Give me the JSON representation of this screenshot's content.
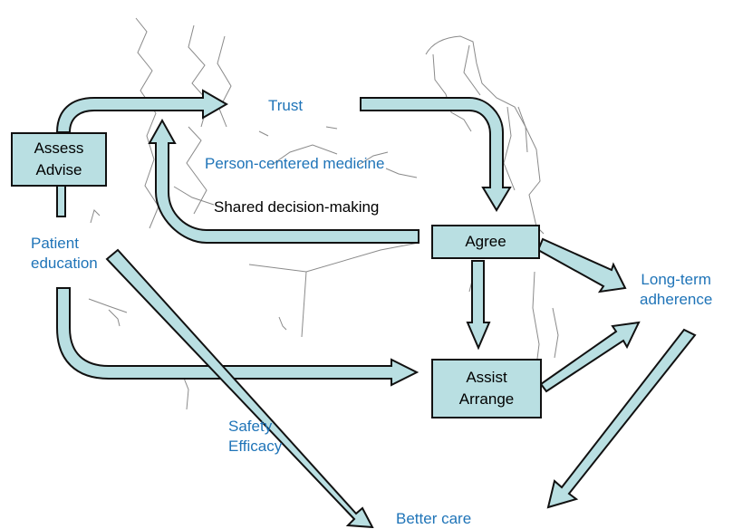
{
  "colors": {
    "box_fill": "#b9dfe2",
    "outline": "#111111",
    "blue_label": "#1f74b8",
    "dark_label": "#000000",
    "sketch": "#8a8a8a"
  },
  "boxes": {
    "assess": {
      "line1": "Assess",
      "line2": "Advise"
    },
    "agree": {
      "line1": "Agree"
    },
    "assist": {
      "line1": "Assist",
      "line2": "Arrange"
    }
  },
  "labels": {
    "trust": "Trust",
    "person_centered": "Person-centered medicine",
    "shared_decision": "Shared decision-making",
    "patient_line1": "Patient",
    "patient_line2": "education",
    "long_term_line1": "Long-term",
    "long_term_line2": "adherence",
    "safety": "Safety",
    "efficacy": "Efficacy",
    "better_care": "Better care"
  },
  "background": {
    "sketch": "line-drawing-of-clinician-and-patient"
  },
  "arrows": [
    {
      "name": "assess-to-trust-arrow",
      "from": "Assess Advise",
      "to": "Trust"
    },
    {
      "name": "trust-to-agree-arrow",
      "from": "Trust",
      "to": "Agree"
    },
    {
      "name": "agree-loop-back-arrow",
      "from": "Agree",
      "to": "Trust"
    },
    {
      "name": "agree-to-assist-arrow",
      "from": "Agree",
      "to": "Assist Arrange"
    },
    {
      "name": "agree-to-adherence-arrow",
      "from": "Agree",
      "to": "Long-term adherence"
    },
    {
      "name": "education-to-assist-arrow",
      "from": "Patient education",
      "to": "Assist Arrange"
    },
    {
      "name": "assist-to-adherence-arrow",
      "from": "Assist Arrange",
      "to": "Long-term adherence"
    },
    {
      "name": "adherence-to-care-arrow",
      "from": "Long-term adherence",
      "to": "Better care"
    },
    {
      "name": "education-to-care-arrow",
      "from": "Patient education",
      "to": "Better care"
    }
  ]
}
